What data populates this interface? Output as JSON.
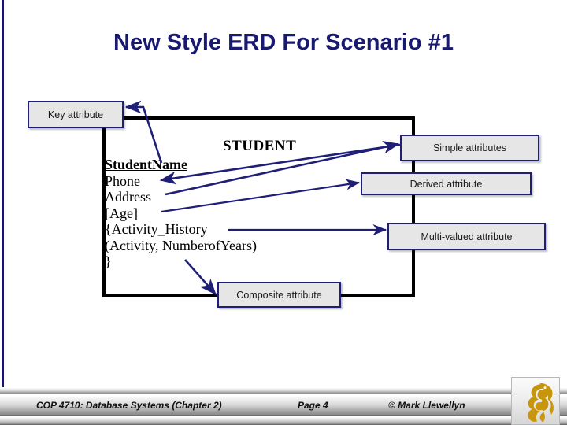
{
  "slide": {
    "title": "New Style ERD For Scenario #1",
    "title_color": "#191970",
    "accent_color": "#1b1464",
    "background": "#ffffff"
  },
  "erd": {
    "entity_name": "STUDENT",
    "attributes": [
      {
        "text": "StudentName",
        "kind": "key"
      },
      {
        "text": "Phone",
        "kind": "simple"
      },
      {
        "text": "Address",
        "kind": "simple"
      },
      {
        "text": "[Age]",
        "kind": "derived"
      },
      {
        "text": "{Activity_History",
        "kind": "multivalued"
      },
      {
        "text": "(Activity, NumberofYears)",
        "kind": "composite"
      },
      {
        "text": "}",
        "kind": "multivalued-close"
      }
    ],
    "callouts": {
      "key": "Key attribute",
      "simple": "Simple attributes",
      "derived": "Derived attribute",
      "multivalued": "Multi-valued attribute",
      "composite": "Composite attribute"
    },
    "callout_fill": "#e6e6e6",
    "callout_border": "#1f1f77",
    "arrow_color": "#1f1f77",
    "entity_border_color": "#000000"
  },
  "footer": {
    "course": "COP 4710: Database Systems  (Chapter 2)",
    "page": "Page 4",
    "copyright": "© Mark Llewellyn",
    "logo_name": "ucf-pegasus-logo",
    "logo_color": "#c8960c"
  }
}
